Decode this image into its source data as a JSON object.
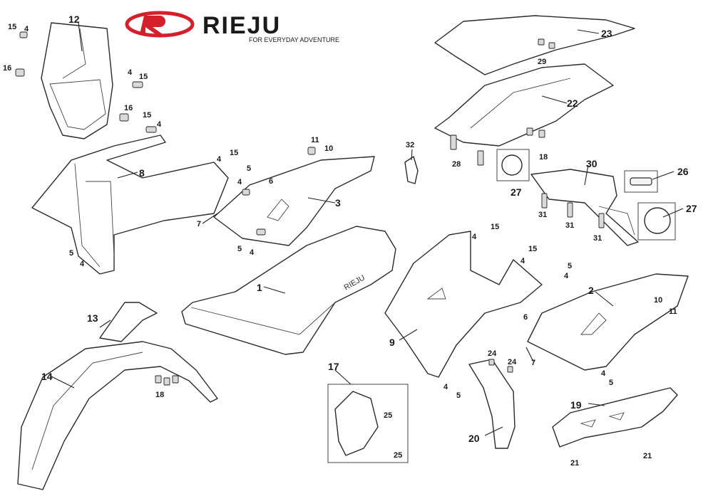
{
  "brand": {
    "name": "RIEJU",
    "tagline": "FOR EVERYDAY ADVENTURE",
    "color": "#d4202a"
  },
  "callouts": {
    "n1": "1",
    "n2": "2",
    "n3": "3",
    "n4a": "4",
    "n4b": "4",
    "n4c": "4",
    "n4d": "4",
    "n4e": "4",
    "n4f": "4",
    "n4g": "4",
    "n4h": "4",
    "n4i": "4",
    "n4j": "4",
    "n4k": "4",
    "n5a": "5",
    "n5b": "5",
    "n5c": "5",
    "n5d": "5",
    "n5e": "5",
    "n5f": "5",
    "n6a": "6",
    "n6b": "6",
    "n7a": "7",
    "n7b": "7",
    "n8": "8",
    "n9": "9",
    "n10a": "10",
    "n10b": "10",
    "n11a": "11",
    "n11b": "11",
    "n12": "12",
    "n13": "13",
    "n14": "14",
    "n15a": "15",
    "n15b": "15",
    "n15c": "15",
    "n15d": "15",
    "n15e": "15",
    "n15f": "15",
    "n16a": "16",
    "n16b": "16",
    "n17": "17",
    "n18a": "18",
    "n18b": "18",
    "n19": "19",
    "n20": "20",
    "n21a": "21",
    "n21b": "21",
    "n22": "22",
    "n23": "23",
    "n24a": "24",
    "n24b": "24",
    "n25a": "25",
    "n25b": "25",
    "n26": "26",
    "n27a": "27",
    "n27b": "27",
    "n28": "28",
    "n29": "29",
    "n30": "30",
    "n31a": "31",
    "n31b": "31",
    "n31c": "31",
    "n32": "32"
  }
}
